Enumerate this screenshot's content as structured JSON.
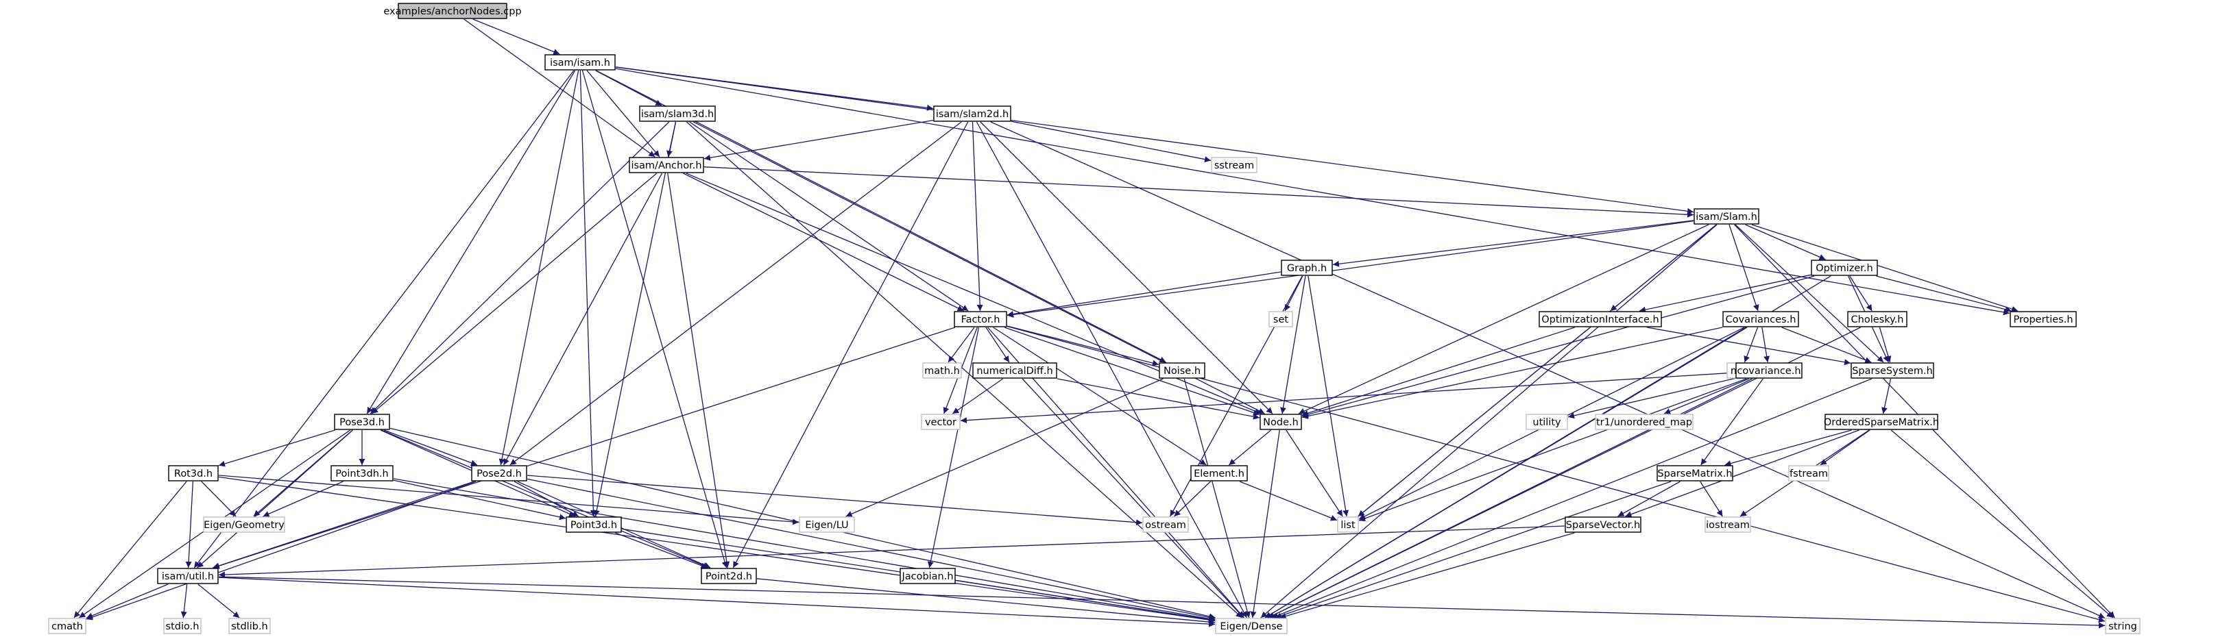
{
  "graph": {
    "title": "",
    "nodes": [
      {
        "id": "anchor_cpp",
        "label": "examples/anchorNodes.cpp",
        "kind": "root"
      },
      {
        "id": "isam_h",
        "label": "isam/isam.h",
        "kind": "header"
      },
      {
        "id": "slam3d",
        "label": "isam/slam3d.h",
        "kind": "header"
      },
      {
        "id": "slam2d",
        "label": "isam/slam2d.h",
        "kind": "header"
      },
      {
        "id": "anchor_h",
        "label": "isam/Anchor.h",
        "kind": "header"
      },
      {
        "id": "sstream",
        "label": "sstream",
        "kind": "system"
      },
      {
        "id": "slam_h",
        "label": "isam/Slam.h",
        "kind": "header"
      },
      {
        "id": "graph_h",
        "label": "Graph.h",
        "kind": "header"
      },
      {
        "id": "optimizer_h",
        "label": "Optimizer.h",
        "kind": "header"
      },
      {
        "id": "factor_h",
        "label": "Factor.h",
        "kind": "header"
      },
      {
        "id": "set",
        "label": "set",
        "kind": "system"
      },
      {
        "id": "optint_h",
        "label": "OptimizationInterface.h",
        "kind": "header"
      },
      {
        "id": "covariances_h",
        "label": "Covariances.h",
        "kind": "header"
      },
      {
        "id": "cholesky_h",
        "label": "Cholesky.h",
        "kind": "header"
      },
      {
        "id": "properties_h",
        "label": "Properties.h",
        "kind": "header"
      },
      {
        "id": "mathh",
        "label": "math.h",
        "kind": "system"
      },
      {
        "id": "numdiff_h",
        "label": "numericalDiff.h",
        "kind": "header"
      },
      {
        "id": "noise_h",
        "label": "Noise.h",
        "kind": "header"
      },
      {
        "id": "map",
        "label": "map",
        "kind": "system"
      },
      {
        "id": "covariance_h",
        "label": "covariance.h",
        "kind": "header"
      },
      {
        "id": "sparsesystem_h",
        "label": "SparseSystem.h",
        "kind": "header"
      },
      {
        "id": "pose3d_h",
        "label": "Pose3d.h",
        "kind": "header"
      },
      {
        "id": "vector",
        "label": "vector",
        "kind": "system"
      },
      {
        "id": "node_h",
        "label": "Node.h",
        "kind": "header"
      },
      {
        "id": "utility",
        "label": "utility",
        "kind": "system"
      },
      {
        "id": "tr1map",
        "label": "tr1/unordered_map",
        "kind": "system"
      },
      {
        "id": "osm_h",
        "label": "OrderedSparseMatrix.h",
        "kind": "header"
      },
      {
        "id": "rot3d_h",
        "label": "Rot3d.h",
        "kind": "header"
      },
      {
        "id": "point3dh_h",
        "label": "Point3dh.h",
        "kind": "header"
      },
      {
        "id": "pose2d_h",
        "label": "Pose2d.h",
        "kind": "header"
      },
      {
        "id": "element_h",
        "label": "Element.h",
        "kind": "header"
      },
      {
        "id": "sparsematrix_h",
        "label": "SparseMatrix.h",
        "kind": "header"
      },
      {
        "id": "fstream",
        "label": "fstream",
        "kind": "system"
      },
      {
        "id": "eigen_geom",
        "label": "Eigen/Geometry",
        "kind": "system"
      },
      {
        "id": "eigen_lu",
        "label": "Eigen/LU",
        "kind": "system"
      },
      {
        "id": "point3d_h",
        "label": "Point3d.h",
        "kind": "header"
      },
      {
        "id": "ostream",
        "label": "ostream",
        "kind": "system"
      },
      {
        "id": "list",
        "label": "list",
        "kind": "system"
      },
      {
        "id": "iostream",
        "label": "iostream",
        "kind": "system"
      },
      {
        "id": "sparsevector_h",
        "label": "SparseVector.h",
        "kind": "header"
      },
      {
        "id": "util_h",
        "label": "isam/util.h",
        "kind": "header"
      },
      {
        "id": "jacobian_h",
        "label": "Jacobian.h",
        "kind": "header"
      },
      {
        "id": "point2d_h",
        "label": "Point2d.h",
        "kind": "header"
      },
      {
        "id": "cmath",
        "label": "cmath",
        "kind": "system"
      },
      {
        "id": "stdio",
        "label": "stdio.h",
        "kind": "system"
      },
      {
        "id": "stdlib",
        "label": "stdlib.h",
        "kind": "system"
      },
      {
        "id": "eigen_dense",
        "label": "Eigen/Dense",
        "kind": "system"
      },
      {
        "id": "string",
        "label": "string",
        "kind": "system"
      }
    ],
    "edges": [
      [
        "anchor_cpp",
        "isam_h"
      ],
      [
        "anchor_cpp",
        "anchor_h"
      ],
      [
        "isam_h",
        "slam3d"
      ],
      [
        "isam_h",
        "slam2d"
      ],
      [
        "isam_h",
        "anchor_h"
      ],
      [
        "isam_h",
        "slam_h"
      ],
      [
        "isam_h",
        "properties_h"
      ],
      [
        "isam_h",
        "noise_h"
      ],
      [
        "isam_h",
        "pose3d_h"
      ],
      [
        "isam_h",
        "pose2d_h"
      ],
      [
        "isam_h",
        "point3d_h"
      ],
      [
        "isam_h",
        "point2d_h"
      ],
      [
        "isam_h",
        "util_h"
      ],
      [
        "slam3d",
        "anchor_h"
      ],
      [
        "slam3d",
        "factor_h"
      ],
      [
        "slam3d",
        "node_h"
      ],
      [
        "slam3d",
        "pose3d_h"
      ],
      [
        "slam3d",
        "point3d_h"
      ],
      [
        "slam3d",
        "eigen_dense"
      ],
      [
        "slam2d",
        "anchor_h"
      ],
      [
        "slam2d",
        "factor_h"
      ],
      [
        "slam2d",
        "node_h"
      ],
      [
        "slam2d",
        "sstream"
      ],
      [
        "slam2d",
        "pose2d_h"
      ],
      [
        "slam2d",
        "point2d_h"
      ],
      [
        "slam2d",
        "eigen_dense"
      ],
      [
        "slam2d",
        "string"
      ],
      [
        "anchor_h",
        "slam_h"
      ],
      [
        "anchor_h",
        "factor_h"
      ],
      [
        "anchor_h",
        "node_h"
      ],
      [
        "anchor_h",
        "pose3d_h"
      ],
      [
        "anchor_h",
        "pose2d_h"
      ],
      [
        "anchor_h",
        "point2d_h"
      ],
      [
        "slam_h",
        "graph_h"
      ],
      [
        "slam_h",
        "optimizer_h"
      ],
      [
        "slam_h",
        "factor_h"
      ],
      [
        "slam_h",
        "optint_h"
      ],
      [
        "slam_h",
        "covariances_h"
      ],
      [
        "slam_h",
        "properties_h"
      ],
      [
        "slam_h",
        "sparsesystem_h"
      ],
      [
        "slam_h",
        "node_h"
      ],
      [
        "slam_h",
        "list"
      ],
      [
        "slam_h",
        "eigen_dense"
      ],
      [
        "slam_h",
        "string"
      ],
      [
        "graph_h",
        "factor_h"
      ],
      [
        "graph_h",
        "set"
      ],
      [
        "graph_h",
        "node_h"
      ],
      [
        "graph_h",
        "list"
      ],
      [
        "graph_h",
        "ostream"
      ],
      [
        "optimizer_h",
        "optint_h"
      ],
      [
        "optimizer_h",
        "cholesky_h"
      ],
      [
        "optimizer_h",
        "properties_h"
      ],
      [
        "optimizer_h",
        "sparsesystem_h"
      ],
      [
        "optimizer_h",
        "node_h"
      ],
      [
        "optimizer_h",
        "eigen_dense"
      ],
      [
        "factor_h",
        "mathh"
      ],
      [
        "factor_h",
        "numdiff_h"
      ],
      [
        "factor_h",
        "noise_h"
      ],
      [
        "factor_h",
        "vector"
      ],
      [
        "factor_h",
        "node_h"
      ],
      [
        "factor_h",
        "element_h"
      ],
      [
        "factor_h",
        "jacobian_h"
      ],
      [
        "factor_h",
        "util_h"
      ],
      [
        "factor_h",
        "eigen_dense"
      ],
      [
        "factor_h",
        "string"
      ],
      [
        "optint_h",
        "sparsesystem_h"
      ],
      [
        "optint_h",
        "node_h"
      ],
      [
        "optint_h",
        "list"
      ],
      [
        "covariances_h",
        "map"
      ],
      [
        "covariances_h",
        "covariance_h"
      ],
      [
        "covariances_h",
        "sparsesystem_h"
      ],
      [
        "covariances_h",
        "node_h"
      ],
      [
        "covariances_h",
        "list"
      ],
      [
        "covariances_h",
        "eigen_dense"
      ],
      [
        "cholesky_h",
        "sparsesystem_h"
      ],
      [
        "cholesky_h",
        "eigen_dense"
      ],
      [
        "numdiff_h",
        "vector"
      ],
      [
        "numdiff_h",
        "node_h"
      ],
      [
        "numdiff_h",
        "eigen_dense"
      ],
      [
        "noise_h",
        "eigen_lu"
      ],
      [
        "noise_h",
        "eigen_dense"
      ],
      [
        "covariance_h",
        "vector"
      ],
      [
        "covariance_h",
        "utility"
      ],
      [
        "covariance_h",
        "tr1map"
      ],
      [
        "covariance_h",
        "sparsematrix_h"
      ],
      [
        "covariance_h",
        "list"
      ],
      [
        "covariance_h",
        "eigen_dense"
      ],
      [
        "sparsesystem_h",
        "osm_h"
      ],
      [
        "sparsesystem_h",
        "eigen_dense"
      ],
      [
        "pose3d_h",
        "rot3d_h"
      ],
      [
        "pose3d_h",
        "point3dh_h"
      ],
      [
        "pose3d_h",
        "pose2d_h"
      ],
      [
        "pose3d_h",
        "point3d_h"
      ],
      [
        "pose3d_h",
        "point2d_h"
      ],
      [
        "pose3d_h",
        "eigen_geom"
      ],
      [
        "pose3d_h",
        "util_h"
      ],
      [
        "pose3d_h",
        "cmath"
      ],
      [
        "pose3d_h",
        "eigen_dense"
      ],
      [
        "node_h",
        "element_h"
      ],
      [
        "node_h",
        "list"
      ],
      [
        "node_h",
        "eigen_dense"
      ],
      [
        "osm_h",
        "sparsematrix_h"
      ],
      [
        "osm_h",
        "fstream"
      ],
      [
        "osm_h",
        "iostream"
      ],
      [
        "osm_h",
        "sparsevector_h"
      ],
      [
        "osm_h",
        "string"
      ],
      [
        "rot3d_h",
        "eigen_geom"
      ],
      [
        "rot3d_h",
        "eigen_lu"
      ],
      [
        "rot3d_h",
        "util_h"
      ],
      [
        "rot3d_h",
        "cmath"
      ],
      [
        "rot3d_h",
        "eigen_dense"
      ],
      [
        "point3dh_h",
        "point3d_h"
      ],
      [
        "point3dh_h",
        "eigen_geom"
      ],
      [
        "point3dh_h",
        "eigen_dense"
      ],
      [
        "pose2d_h",
        "point2d_h"
      ],
      [
        "pose2d_h",
        "point3d_h"
      ],
      [
        "pose2d_h",
        "util_h"
      ],
      [
        "pose2d_h",
        "ostream"
      ],
      [
        "pose2d_h",
        "cmath"
      ],
      [
        "pose2d_h",
        "eigen_dense"
      ],
      [
        "element_h",
        "ostream"
      ],
      [
        "element_h",
        "list"
      ],
      [
        "sparsematrix_h",
        "sparsevector_h"
      ],
      [
        "sparsematrix_h",
        "iostream"
      ],
      [
        "sparsematrix_h",
        "eigen_dense"
      ],
      [
        "point3d_h",
        "point2d_h"
      ],
      [
        "point3d_h",
        "eigen_dense"
      ],
      [
        "sparsevector_h",
        "util_h"
      ],
      [
        "sparsevector_h",
        "eigen_dense"
      ],
      [
        "util_h",
        "cmath"
      ],
      [
        "util_h",
        "stdio"
      ],
      [
        "util_h",
        "stdlib"
      ],
      [
        "util_h",
        "eigen_dense"
      ],
      [
        "util_h",
        "string"
      ],
      [
        "jacobian_h",
        "eigen_dense"
      ],
      [
        "point2d_h",
        "eigen_dense"
      ]
    ]
  },
  "colors": {
    "edge": "#191970",
    "root_fill": "#bfbfbf",
    "system_border": "#bfbfbf",
    "header_border": "#000000"
  }
}
